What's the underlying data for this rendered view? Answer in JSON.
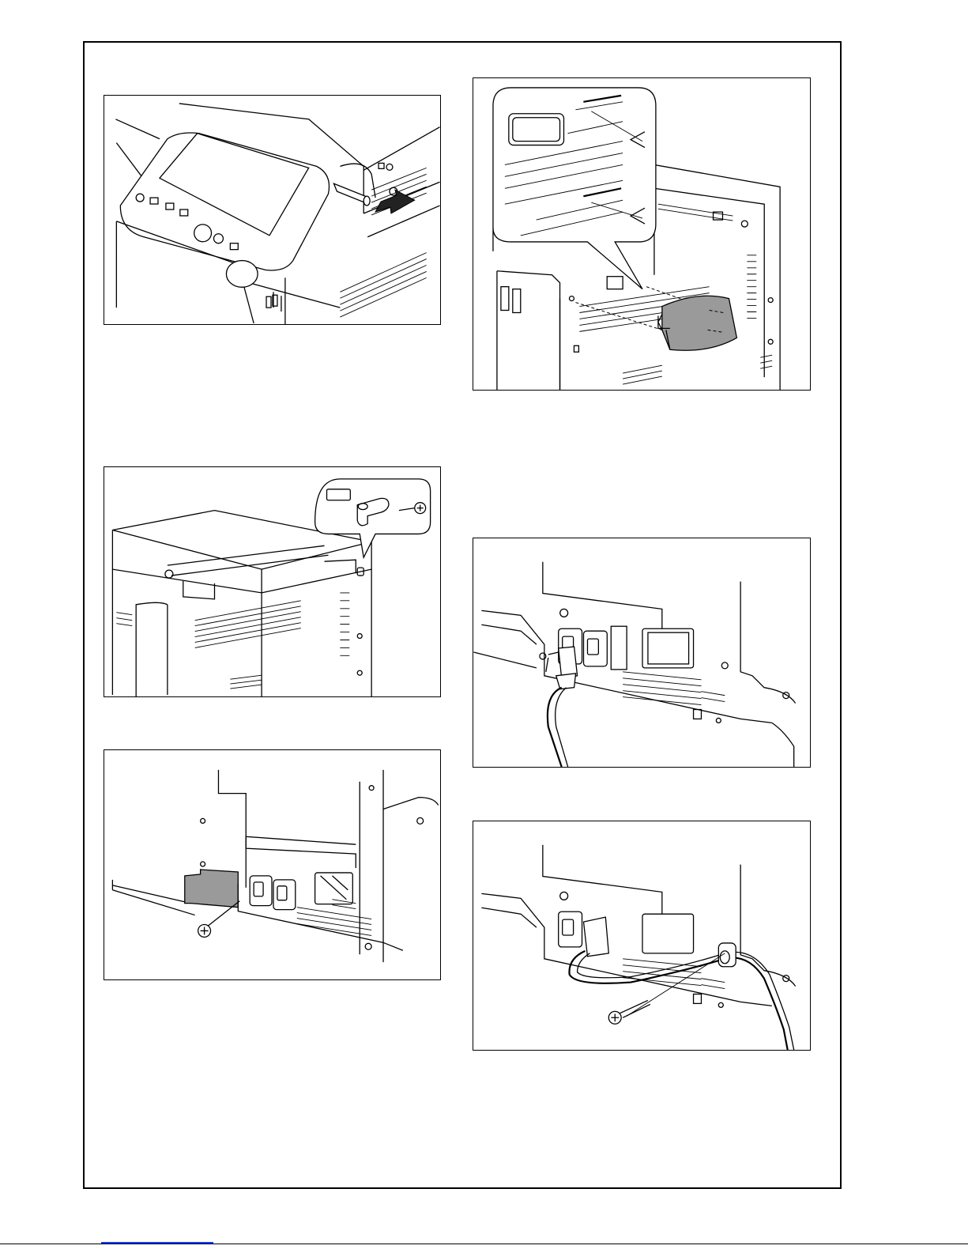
{
  "page": {
    "figures": [
      {
        "id": "fig-panel-pin",
        "icon": "control-panel-pin-illustration"
      },
      {
        "id": "fig-top-clamp",
        "icon": "top-cover-clamp-screw-illustration"
      },
      {
        "id": "fig-rear-cover-removal",
        "icon": "rear-cover-screw-removal-illustration"
      },
      {
        "id": "fig-rear-cover-attach",
        "icon": "rear-cover-attach-illustration"
      },
      {
        "id": "fig-power-cord-plug",
        "icon": "power-cord-plug-illustration"
      },
      {
        "id": "fig-power-cord-clamp",
        "icon": "power-cord-clamp-screw-illustration"
      }
    ]
  },
  "colors": {
    "frame": "#000000",
    "cover_gray": "#9a9a9a",
    "footer_link": "#1d3fd1"
  }
}
